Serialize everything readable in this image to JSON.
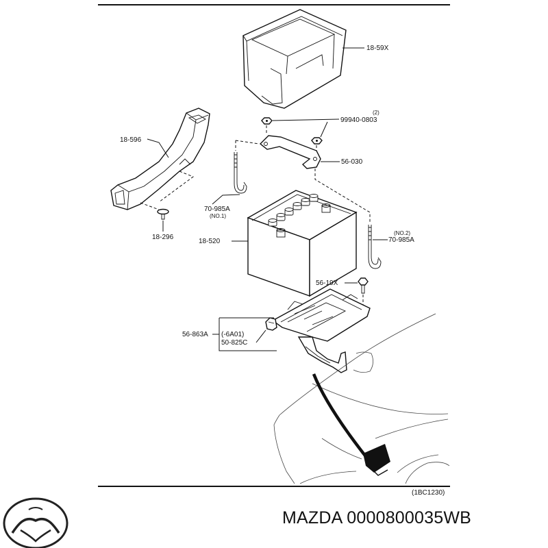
{
  "diagram": {
    "labels": {
      "cover": "18-59X",
      "nut_qty": "(2)",
      "nut": "99940-0803",
      "duct": "18-596",
      "clamp": "56-030",
      "bolt1": "70-985A",
      "bolt1_note": "(NO.1)",
      "clip": "18-296",
      "bolt2_note": "(NO.2)",
      "bolt2": "70-985A",
      "battery": "18-520",
      "screw": "56-19X",
      "tray": "56-863A",
      "tray_note": "(-6A01)",
      "bracket": "50-825C",
      "ref": "(1BC1230)"
    }
  },
  "caption": {
    "brand": "MAZDA",
    "part_number": "0000800035WB"
  },
  "logo": {
    "icon": "mazda-logo-icon",
    "color": "#222222"
  }
}
